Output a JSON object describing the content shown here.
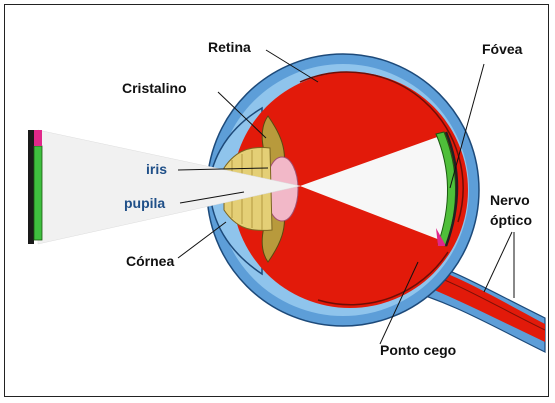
{
  "labels": {
    "retina": "Retina",
    "fovea": "Fóvea",
    "cristalino": "Cristalino",
    "iris": "iris",
    "pupila": "pupila",
    "cornea": "Córnea",
    "nervo_line1": "Nervo",
    "nervo_line2": "óptico",
    "ponto_cego": "Ponto cego"
  },
  "colors": {
    "label_text": "#111111",
    "iris_pupila_text": "#1f4f88",
    "sclera": "#5d9ed8",
    "choroid": "#8fc4ec",
    "vitreous": "#e21a0a",
    "lens": "#f2b8c8",
    "iris_tissue": "#b89a3c",
    "light_cone": "#f7f7f7",
    "retina_band": "#4fbf3a",
    "object_green": "#3fbf3f",
    "object_pink": "#e0288a"
  }
}
